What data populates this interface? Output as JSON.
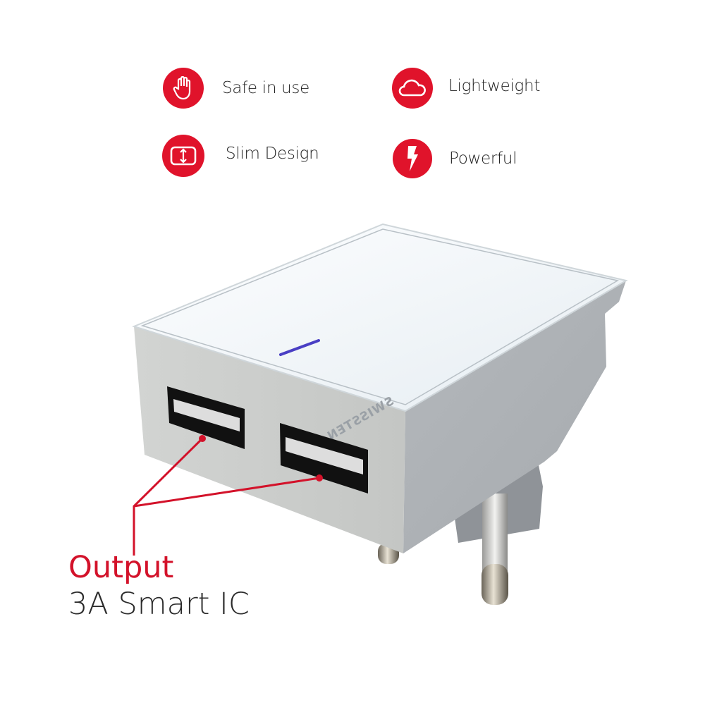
{
  "features": [
    {
      "label": "Safe in use",
      "icon": "hand-icon"
    },
    {
      "label": "Lightweight",
      "icon": "cloud-icon"
    },
    {
      "label": "Slim Design",
      "icon": "slim-frame-icon"
    },
    {
      "label": "Powerful",
      "icon": "lightning-icon"
    }
  ],
  "product": {
    "logo": "SWISSTEN"
  },
  "callout": {
    "title": "Output",
    "subtitle": "3A Smart IC"
  },
  "colors": {
    "accent": "#e0132b",
    "led": "#4a3fc4"
  }
}
